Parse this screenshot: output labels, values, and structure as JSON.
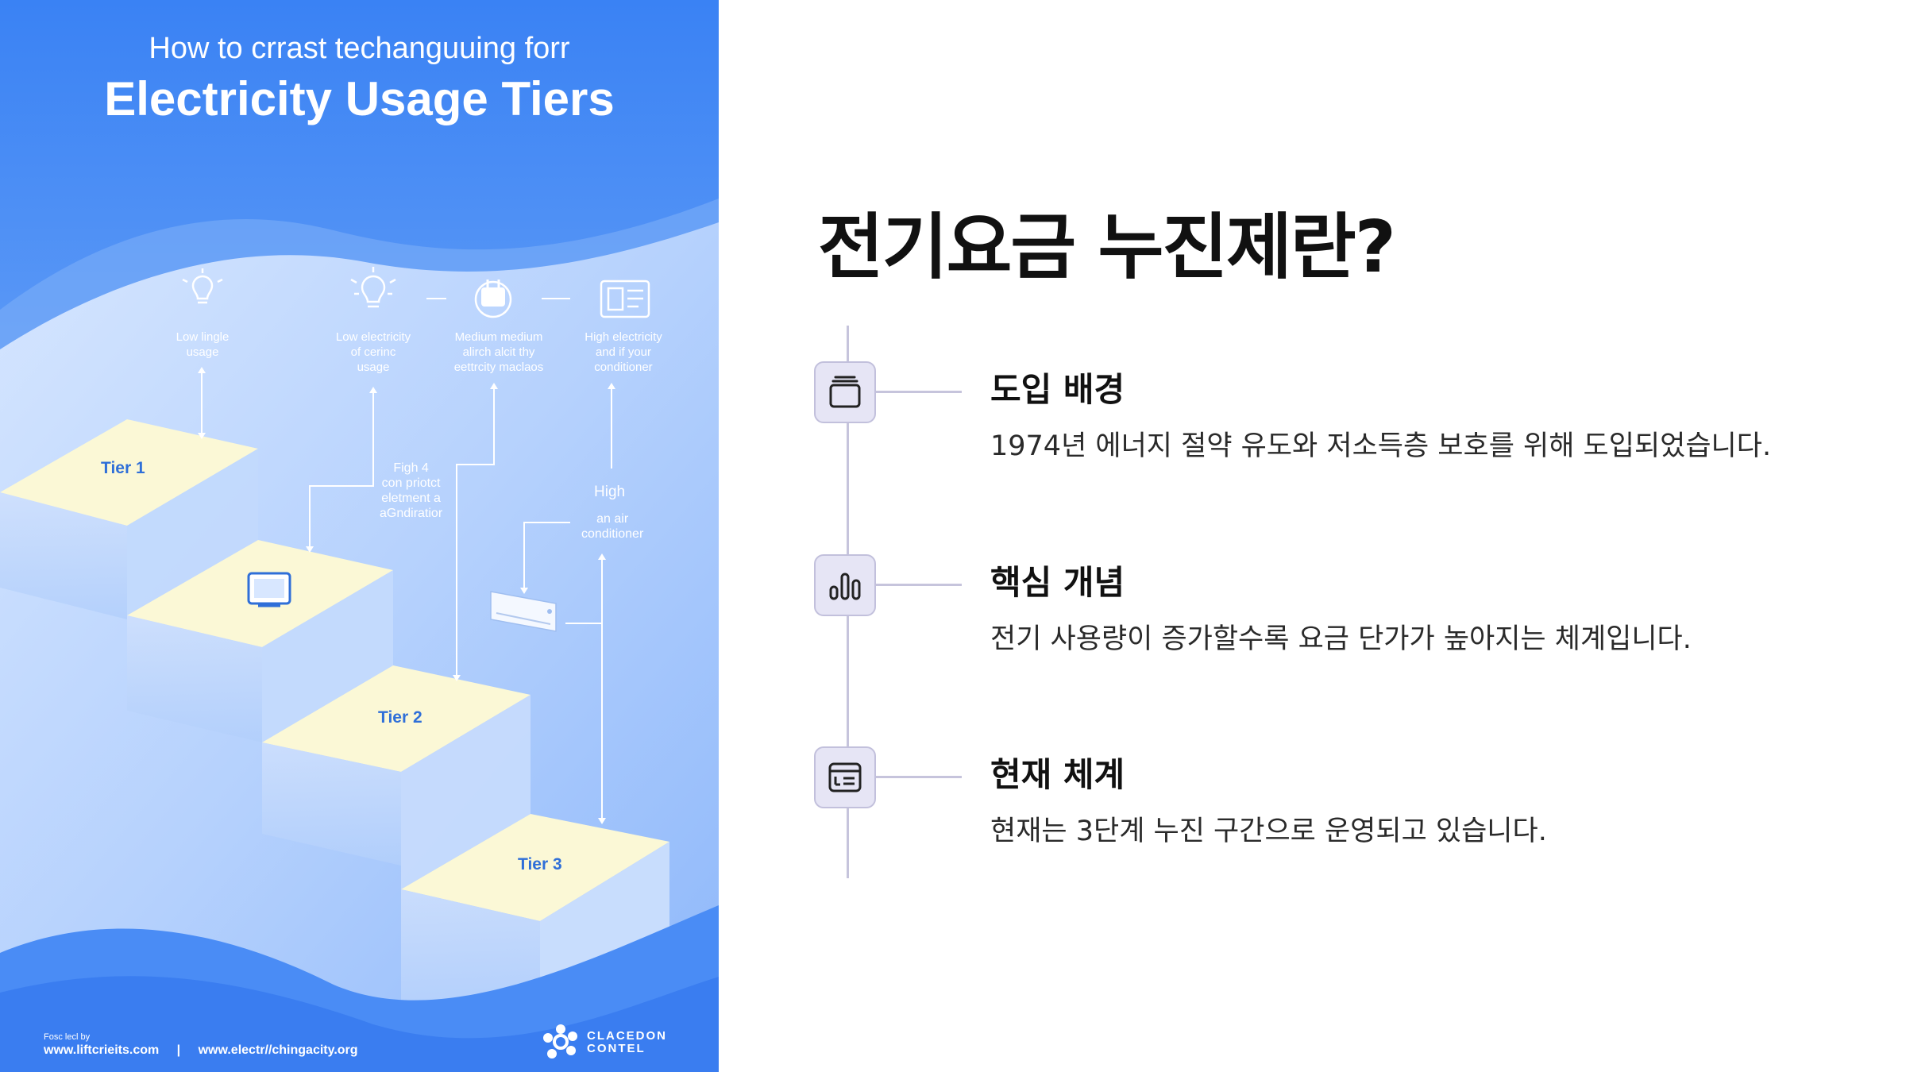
{
  "infographic": {
    "kicker": "How to crrast techanguuing forr",
    "title": "Electricity Usage Tiers",
    "usage_labels": [
      {
        "text": "Low lingle\nusage",
        "icon": "lightbulb-icon"
      },
      {
        "text": "Low electricity\nof cerinc\nusage",
        "icon": "bulb-glow-icon"
      },
      {
        "text": "Medium medium\nalirch alcit thy\neettrcity maclaos",
        "icon": "appliance-icon"
      },
      {
        "text": "High electricity\nand if your\nconditioner",
        "icon": "control-panel-icon"
      }
    ],
    "tiers": [
      "Tier 1",
      "Tier 2",
      "Tier 3"
    ],
    "notes": {
      "middle": "Figh 4\ncon priotct\neletment a\naGndiratior",
      "right_title": "High",
      "right_body": "an air\nconditioner"
    },
    "footer": {
      "credit": "Fosc lecl by",
      "link1": "www.liftcrieits.com",
      "separator": "|",
      "link2": "www.electr//chingacity.org",
      "logo_line1": "CLACEDON",
      "logo_line2": "CONTEL"
    }
  },
  "title": "전기요금 누진제란?",
  "timeline": [
    {
      "icon": "stack-card-icon",
      "heading": "도입 배경",
      "description": "1974년 에너지 절약 유도와 저소득층 보호를 위해 도입되었습니다."
    },
    {
      "icon": "bar-chart-icon",
      "heading": "핵심 개념",
      "description": "전기 사용량이 증가할수록 요금 단가가 높아지는 체계입니다."
    },
    {
      "icon": "billing-window-icon",
      "heading": "현재 체계",
      "description": "현재는 3단계 누진 구간으로 운영되고 있습니다."
    }
  ],
  "colors": {
    "panel_blue": "#3f86f3",
    "tier_top": "#fbf8d6",
    "timeline_line": "#c6c4dc",
    "icon_box": "#e6e5f5"
  }
}
